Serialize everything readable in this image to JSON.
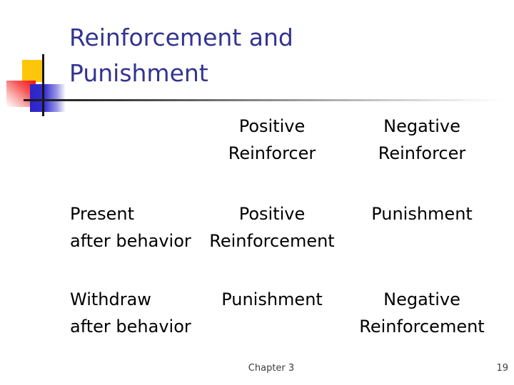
{
  "title": "Reinforcement and\nPunishment",
  "table": {
    "headers": [
      "",
      "Positive\nReinforcer",
      "Negative\nReinforcer"
    ],
    "rows": [
      [
        "Present\nafter behavior",
        "Positive\nReinforcement",
        "Punishment"
      ],
      [
        "Withdraw\nafter behavior",
        "Punishment",
        "Negative\nReinforcement"
      ]
    ]
  },
  "footer": {
    "chapter": "Chapter 3",
    "page_number": "19"
  },
  "colors": {
    "title_text": "#333391",
    "body_text": "#000000",
    "footer_text": "#3d3d3d",
    "accent_yellow": "#fdc60b",
    "accent_red": "#f21010",
    "accent_blue": "#2b24c8",
    "line_black": "#161616"
  }
}
